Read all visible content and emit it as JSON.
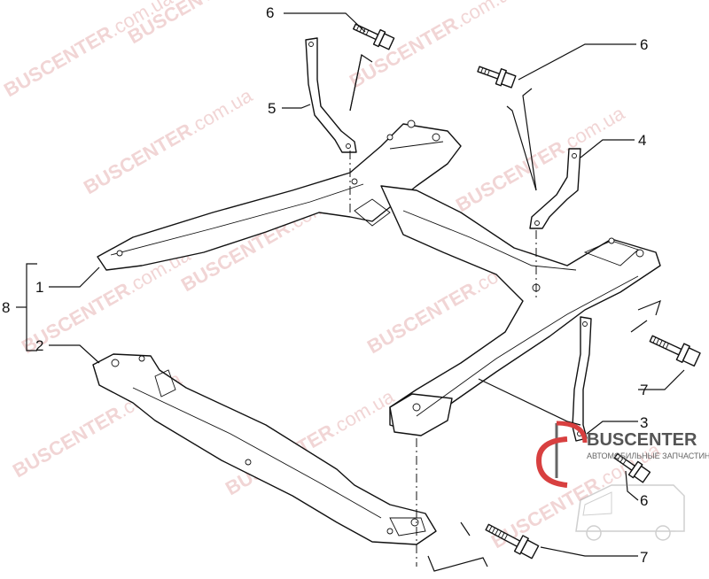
{
  "watermark": {
    "brand": "BUSCENTER",
    "domain": ".com.ua"
  },
  "callouts": {
    "c1": "1",
    "c2": "2",
    "c3": "3",
    "c4": "4",
    "c5": "5",
    "c6a": "6",
    "c6b": "6",
    "c6c": "6",
    "c7a": "7",
    "c7b": "7",
    "c8": "8"
  },
  "logo": {
    "brand": "BUSCENTER",
    "tagline": "АВТОМОБИЛЬНЫЕ ЗАПЧАСТИНИ"
  }
}
